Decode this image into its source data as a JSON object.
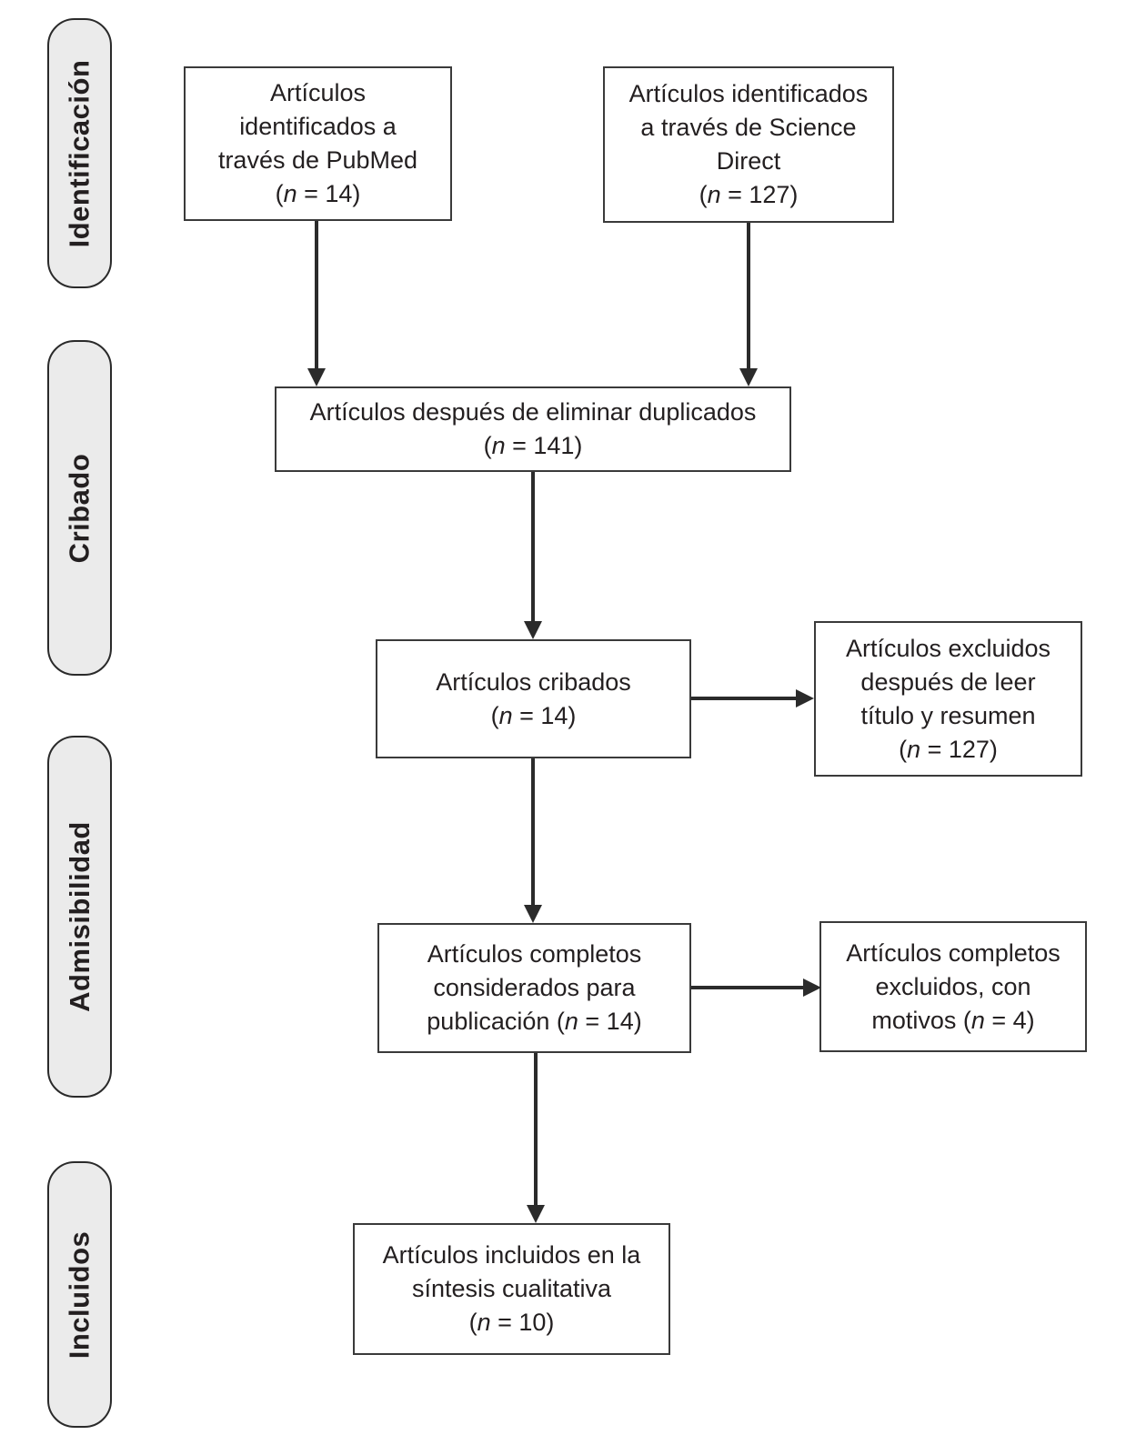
{
  "colors": {
    "box_border": "#3a3a3a",
    "arrow": "#2b2b2b",
    "text": "#231f20",
    "stage_fill": "#ebebeb",
    "stage_border": "#2a2a2a",
    "background": "#ffffff"
  },
  "sidebar": {
    "stages": [
      {
        "label": "Identificación"
      },
      {
        "label": "Cribado"
      },
      {
        "label": "Admisibilidad"
      },
      {
        "label": "Incluidos"
      }
    ]
  },
  "flowchart": {
    "boxes": {
      "pubmed": {
        "text": "Artículos\nidentificados a\ntravés de PubMed\n(n = 14)"
      },
      "science_direct": {
        "text": "Artículos identificados\na través de Science\nDirect\n(n = 127)"
      },
      "duplicates_removed": {
        "text": "Artículos después de eliminar duplicados\n(n = 141)"
      },
      "screened": {
        "text": "Artículos cribados\n(n = 14)"
      },
      "excluded_title_abstract": {
        "text": "Artículos excluidos\ndespués de leer\ntítulo y resumen\n(n = 127)"
      },
      "fulltext_considered": {
        "text": "Artículos completos\nconsiderados para\npublicación (n = 14)"
      },
      "fulltext_excluded": {
        "text": "Artículos completos\nexcluidos, con\nmotivos (n = 4)"
      },
      "included_qualitative": {
        "text": "Artículos incluidos en la\nsíntesis cualitativa\n(n = 10)"
      }
    }
  }
}
